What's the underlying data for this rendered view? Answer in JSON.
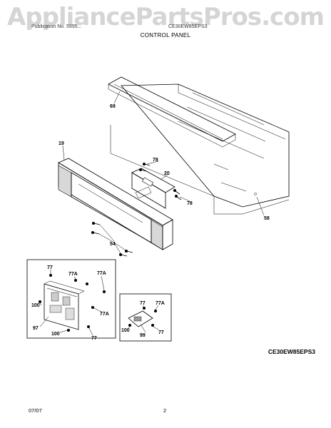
{
  "header": {
    "watermark": "AppliancePartsPros.com",
    "left_text": "Publication No. 5995...",
    "mid_text": "CE30EW85EPS3",
    "subtitle": "CONTROL PANEL"
  },
  "callouts": {
    "c69": "69",
    "c19": "19",
    "c78a": "78",
    "c20": "20",
    "c78b": "78",
    "c58": "58",
    "c54": "54",
    "c77a": "77",
    "c77Aa": "77A",
    "c77Ab": "77A",
    "c100a": "100",
    "c77Ac": "77A",
    "c97": "97",
    "c100b": "100",
    "c77b": "77",
    "c77c": "77",
    "c77Ad": "77A",
    "c100c": "100",
    "c99": "99",
    "c77d": "77"
  },
  "model_code": "CE30EW85EPS3",
  "footer": {
    "date": "07/07",
    "page": "2"
  }
}
